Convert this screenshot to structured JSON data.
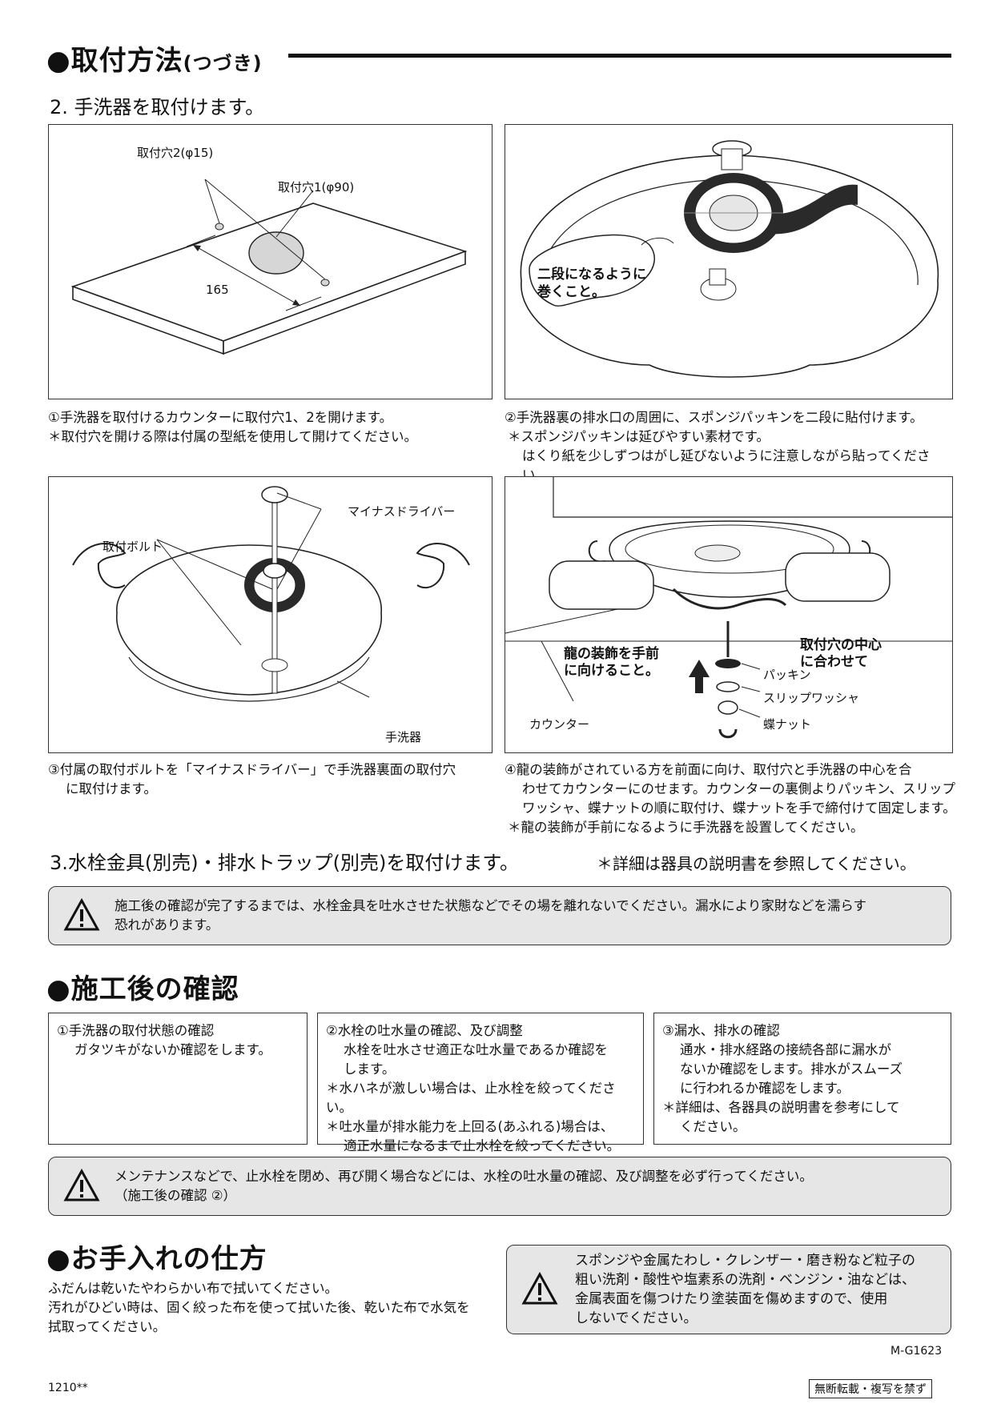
{
  "section1": {
    "title": "●取付方法",
    "title_suffix": "(つづき)"
  },
  "step2": {
    "heading": "2. 手洗器を取付けます。",
    "fig1": {
      "hole2": "取付穴2(φ15)",
      "hole1": "取付穴1(φ90)",
      "dim": "165"
    },
    "fig2": {
      "balloon_line1": "二段になるように",
      "balloon_line2": "巻くこと。"
    },
    "fig3": {
      "driver": "マイナスドライバー",
      "bolt": "取付ボルト",
      "basin": "手洗器"
    },
    "fig4": {
      "balloon_front_line1": "龍の装飾を手前",
      "balloon_front_line2": "に向けること。",
      "balloon_center_line1": "取付穴の中心",
      "balloon_center_line2": "に合わせて",
      "packing": "パッキン",
      "washer": "スリップワッシャ",
      "nut": "蝶ナット",
      "counter": "カウンター"
    },
    "cap1": [
      "①手洗器を取付けるカウンターに取付穴1、2を開けます。",
      "＊取付穴を開ける際は付属の型紙を使用して開けてください。"
    ],
    "cap2": [
      "②手洗器裏の排水口の周囲に、スポンジパッキンを二段に貼付けます。",
      "＊スポンジパッキンは延びやすい素材です。",
      "はくり紙を少しずつはがし延びないように注意しながら貼ってください。"
    ],
    "cap3": [
      "③付属の取付ボルトを「マイナスドライバー」で手洗器裏面の取付穴",
      "に取付けます。"
    ],
    "cap4": [
      "④龍の装飾がされている方を前面に向け、取付穴と手洗器の中心を合",
      "わせてカウンターにのせます。カウンターの裏側よりパッキン、スリップ",
      "ワッシャ、蝶ナットの順に取付け、蝶ナットを手で締付けて固定します。",
      "＊龍の装飾が手前になるように手洗器を設置してください。"
    ]
  },
  "step3": {
    "heading": "3.水栓金具(別売)・排水トラップ(別売)を取付けます。",
    "note": "＊詳細は器具の説明書を参照してください。",
    "warning": [
      "施工後の確認が完了するまでは、水栓金具を吐水させた状態などでその場を離れないでください。漏水により家財などを濡らす",
      "恐れがあります。"
    ]
  },
  "section2": {
    "title": "●施工後の確認",
    "box1": [
      "①手洗器の取付状態の確認",
      "ガタツキがないか確認をします。"
    ],
    "box2": [
      "②水栓の吐水量の確認、及び調整",
      "水栓を吐水させ適正な吐水量であるか確認を",
      "します。",
      "＊水ハネが激しい場合は、止水栓を絞ってください。",
      "＊吐水量が排水能力を上回る(あふれる)場合は、",
      "適正水量になるまで止水栓を絞ってください。"
    ],
    "box3": [
      "③漏水、排水の確認",
      "通水・排水経路の接続各部に漏水が",
      "ないか確認をします。排水がスムーズ",
      "に行われるか確認をします。",
      "＊詳細は、各器具の説明書を参考にして",
      "ください。"
    ],
    "warning": [
      "メンテナンスなどで、止水栓を閉め、再び開く場合などには、水栓の吐水量の確認、及び調整を必ず行ってください。",
      "（施工後の確認 ②）"
    ]
  },
  "section3": {
    "title": "●お手入れの仕方",
    "text": [
      "ふだんは乾いたやわらかい布で拭いてください。",
      "汚れがひどい時は、固く絞った布を使って拭いた後、乾いた布で水気を",
      "拭取ってください。"
    ],
    "warning": [
      "スポンジや金属たわし・クレンザー・磨き粉など粒子の",
      "粗い洗剤・酸性や塩素系の洗剤・ベンジン・油などは、",
      "金属表面を傷つけたり塗装面を傷めますので、使用",
      "しないでください。"
    ]
  },
  "footer": {
    "code": "M-G1623",
    "date": "1210**",
    "copyright": "無断転載・複写を禁ず"
  }
}
